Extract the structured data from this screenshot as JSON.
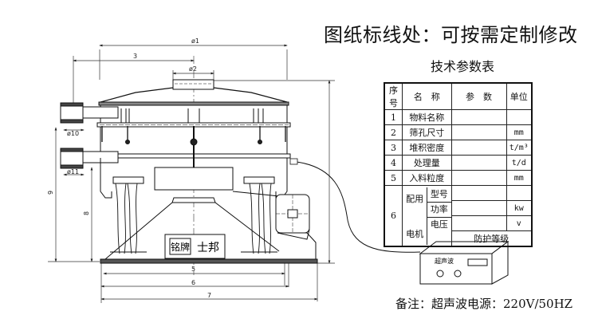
{
  "header": {
    "title": "图纸标线处：可按需定制修改",
    "table_title": "技术参数表"
  },
  "param_table": {
    "headers": [
      "序号",
      "名　称",
      "参　数",
      "单位"
    ],
    "rows": [
      {
        "no": "1",
        "name": "物料名称",
        "value": "",
        "unit": ""
      },
      {
        "no": "2",
        "name": "筛孔尺寸",
        "value": "",
        "unit": "mm"
      },
      {
        "no": "3",
        "name": "堆积密度",
        "value": "",
        "unit": "t/m³"
      },
      {
        "no": "4",
        "name": "处理量",
        "value": "",
        "unit": "t/d"
      },
      {
        "no": "5",
        "name": "入料粒度",
        "value": "",
        "unit": "mm"
      }
    ],
    "motor": {
      "no": "6",
      "group_label_top": "配用",
      "group_label_bottom": "电机",
      "sub_rows": [
        {
          "name": "型号",
          "value": "",
          "unit": ""
        },
        {
          "name": "功率",
          "value": "",
          "unit": "kw"
        },
        {
          "name": "电压",
          "value": "",
          "unit": "v"
        }
      ],
      "protection_label": "防护等级"
    }
  },
  "drawing": {
    "dimensions": {
      "d1": "ø1",
      "d2": "ø2",
      "d3": "3",
      "d5": "5",
      "d6": "6",
      "d7": "7",
      "d8": "8",
      "d9": "9",
      "d10": "ø10",
      "d11": "ø11"
    },
    "nameplate": {
      "label": "铭牌",
      "brand": "士邦"
    },
    "control_box": {
      "label": "超声波"
    }
  },
  "footer": {
    "note": "备注：超声波电源：220V/50HZ"
  }
}
